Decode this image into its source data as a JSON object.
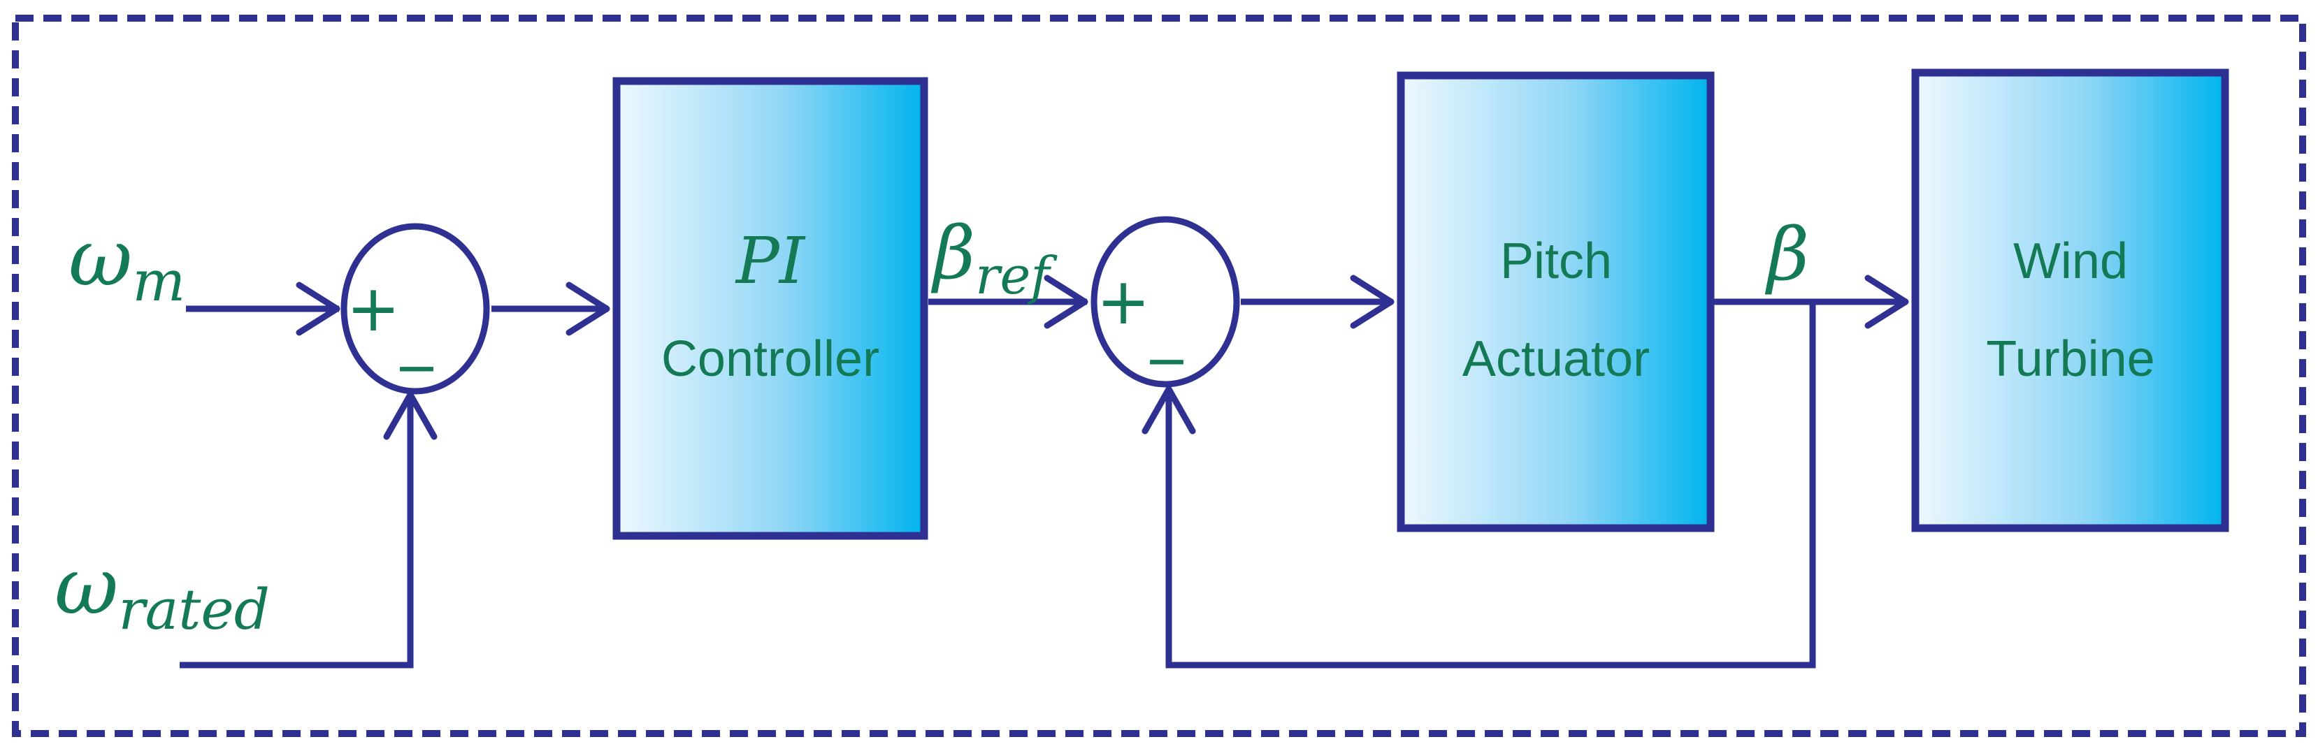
{
  "signals": {
    "omega_m": {
      "symbol": "ω",
      "sub": "m"
    },
    "omega_rated": {
      "symbol": "ω",
      "sub": "rated"
    },
    "beta_ref": {
      "symbol": "β",
      "sub": "ref"
    },
    "beta": {
      "symbol": "β"
    }
  },
  "blocks": {
    "pi_controller": {
      "line1": "PI",
      "line2": "Controller"
    },
    "pitch_actuator": {
      "line1": "Pitch",
      "line2": "Actuator"
    },
    "wind_turbine": {
      "line1": "Wind",
      "line2": "Turbine"
    }
  },
  "summing_junctions": {
    "sum1": {
      "plus": "+",
      "minus": "_"
    },
    "sum2": {
      "plus": "+",
      "minus": "_"
    }
  },
  "colors": {
    "line": "#2e3192",
    "text": "#137a55",
    "block_fill_light": "#eaf6fd",
    "block_fill_dark": "#00b4ee"
  }
}
